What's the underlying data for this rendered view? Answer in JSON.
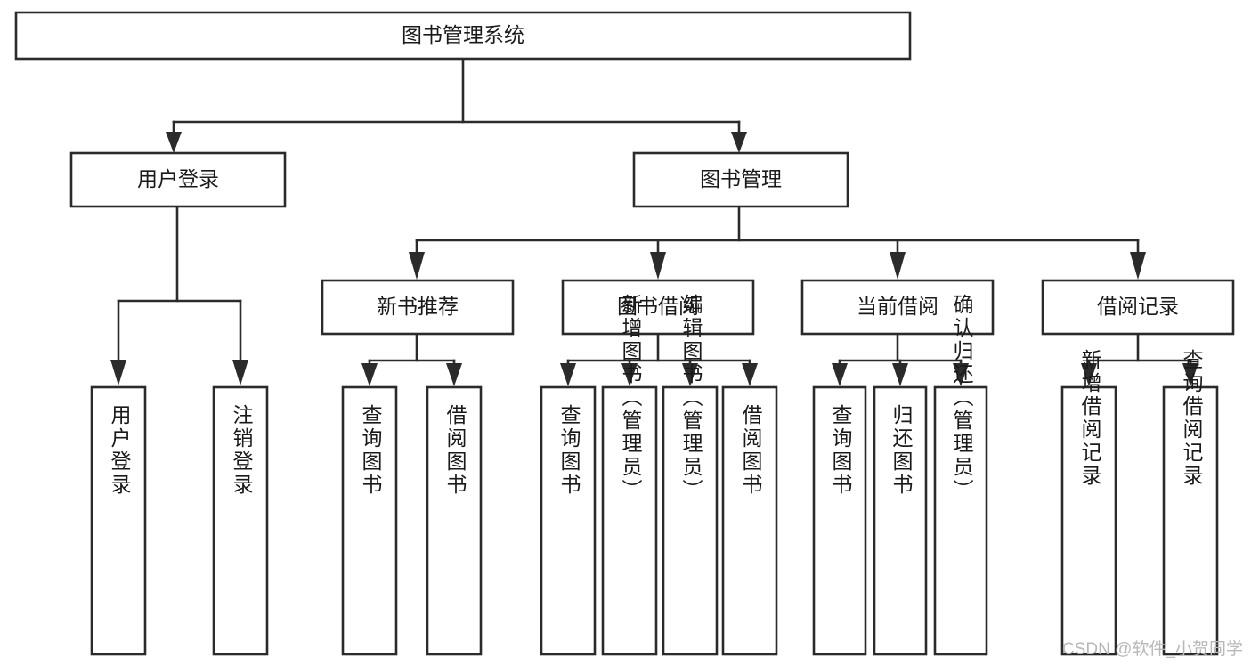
{
  "diagram": {
    "type": "tree",
    "title": "图书管理系统",
    "root": {
      "id": "root",
      "label": "图书管理系统"
    },
    "level2": [
      {
        "id": "user-login",
        "label": "用户登录"
      },
      {
        "id": "book-manage",
        "label": "图书管理"
      }
    ],
    "level3": [
      {
        "id": "new-book-recommend",
        "label": "新书推荐",
        "parent": "book-manage"
      },
      {
        "id": "book-borrow",
        "label": "图书借阅",
        "parent": "book-manage"
      },
      {
        "id": "current-borrow",
        "label": "当前借阅",
        "parent": "book-manage"
      },
      {
        "id": "borrow-record",
        "label": "借阅记录",
        "parent": "book-manage"
      }
    ],
    "leaves": [
      {
        "id": "leaf-user-login",
        "label": "用户登录",
        "parent": "user-login"
      },
      {
        "id": "leaf-logout",
        "label": "注销登录",
        "parent": "user-login"
      },
      {
        "id": "leaf-query-book-1",
        "label": "查询图书",
        "parent": "new-book-recommend"
      },
      {
        "id": "leaf-borrow-book-1",
        "label": "借阅图书",
        "parent": "new-book-recommend"
      },
      {
        "id": "leaf-query-book-2",
        "label": "查询图书",
        "parent": "book-borrow"
      },
      {
        "id": "leaf-add-book",
        "label": "新增图书（管理员）",
        "parent": "book-borrow"
      },
      {
        "id": "leaf-edit-book",
        "label": "编辑图书（管理员）",
        "parent": "book-borrow"
      },
      {
        "id": "leaf-borrow-book-2",
        "label": "借阅图书",
        "parent": "book-borrow"
      },
      {
        "id": "leaf-query-book-3",
        "label": "查询图书",
        "parent": "current-borrow"
      },
      {
        "id": "leaf-return-book",
        "label": "归还图书",
        "parent": "current-borrow"
      },
      {
        "id": "leaf-confirm-return",
        "label": "确认归还（管理员）",
        "parent": "current-borrow"
      },
      {
        "id": "leaf-add-record",
        "label": "新增借阅记录",
        "parent": "borrow-record"
      },
      {
        "id": "leaf-query-record",
        "label": "查询借阅记录",
        "parent": "borrow-record"
      }
    ],
    "colors": {
      "stroke": "#2b2b2b",
      "box_fill": "#ffffff",
      "text": "#1a1a1a",
      "background": "#ffffff",
      "watermark": "#b8b8b8"
    }
  },
  "watermark": {
    "text": "CSDN @软件_小贺同学"
  }
}
